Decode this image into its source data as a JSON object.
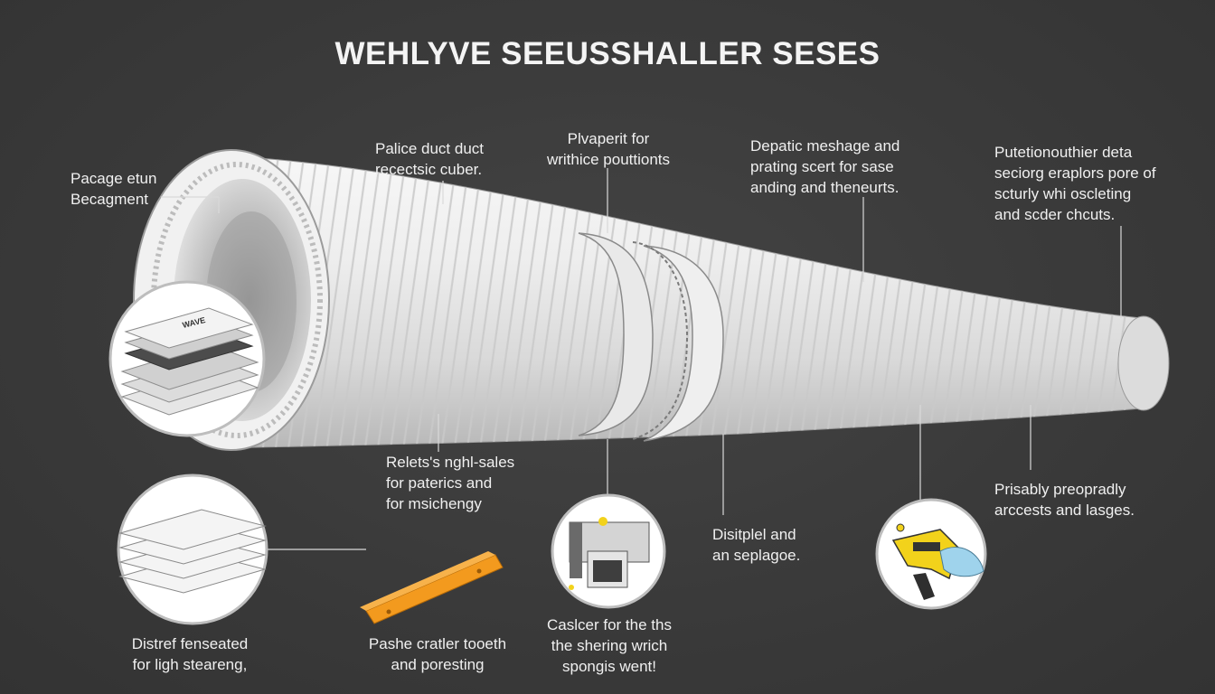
{
  "title": "WEHLYVE SEEUSSHALLER SESES",
  "labels": {
    "top_left": [
      "Pacage etun",
      "Becagment"
    ],
    "top_duct": [
      "Palice duct duct",
      "recectsic cuber."
    ],
    "top_mid": [
      "Plvaperit for",
      "writhice pouttionts"
    ],
    "top_right_mid": [
      "Depatic meshage and",
      "prating scert for sase",
      "anding and theneurts."
    ],
    "top_right": [
      "Putetionouthier deta",
      "seciorg eraplors pore of",
      "scturly whi oscleting",
      "and scder chcuts."
    ],
    "mid_left": [
      "Relets's nghl-sales",
      "for paterics and",
      "for msichengy"
    ],
    "mid_center": [
      "Disitplel and",
      "an seplagoe."
    ],
    "mid_right": [
      "Prisably preopradly",
      "arccests and lasges."
    ],
    "bottom_left": [
      "Distref fenseated",
      "for ligh steareng,"
    ],
    "bottom_mid": [
      "Pashe cratler tooeth",
      "and poresting"
    ],
    "bottom_center": [
      "Caslcer for the ths",
      "the shering wrich",
      "spongis went!"
    ]
  },
  "insets": {
    "layers_stack_text": "WAVE"
  },
  "colors": {
    "background": "#3a3a3a",
    "duct": "#e8e8e8",
    "accent_orange": "#f39a1e",
    "accent_yellow": "#f2d21b",
    "accent_blue": "#9fd3ec"
  }
}
